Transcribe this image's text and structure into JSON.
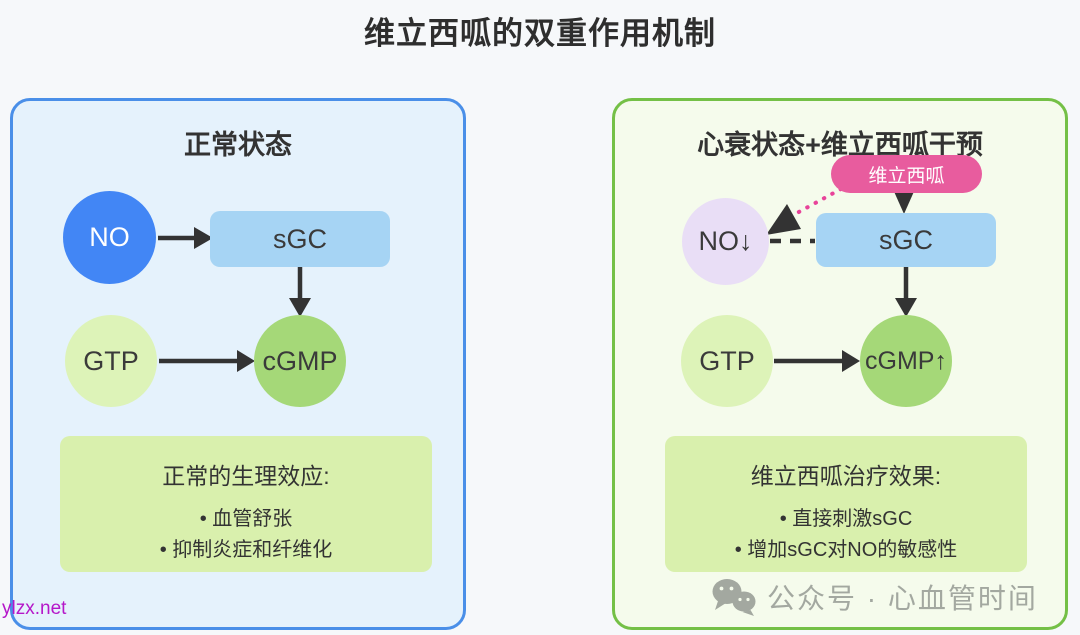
{
  "title": "维立西呱的双重作用机制",
  "left_panel": {
    "title": "正常状态",
    "nodes": {
      "no": "NO",
      "sgc": "sGC",
      "gtp": "GTP",
      "cgmp": "cGMP"
    },
    "effects": {
      "title": "正常的生理效应:",
      "items": [
        "• 血管舒张",
        "• 抑制炎症和纤维化"
      ]
    }
  },
  "right_panel": {
    "title": "心衰状态+维立西呱干预",
    "drug_label": "维立西呱",
    "nodes": {
      "no": "NO↓",
      "sgc": "sGC",
      "gtp": "GTP",
      "cgmp": "cGMP↑"
    },
    "effects": {
      "title": "维立西呱治疗效果:",
      "items": [
        "• 直接刺激sGC",
        "• 增加sGC对NO的敏感性"
      ]
    }
  },
  "watermark": {
    "icon": "wechat-icon",
    "text": "公众号 · 心血管时间"
  },
  "site_label": "ylzx.net",
  "colors": {
    "page_bg": "#f6f8fa",
    "left_panel_bg": "#e5f2fc",
    "left_panel_border": "#4a8fe8",
    "right_panel_bg": "#f5fbec",
    "right_panel_border": "#74c046",
    "no_node_blue": "#4286f5",
    "sgc_node_blue": "#a6d4f4",
    "gtp_node_green": "#ddf3b8",
    "cgmp_node_green": "#a5d878",
    "effects_box_green": "#d9f0ad",
    "drug_pill_pink": "#e85c9e",
    "no_down_lavender": "#e9def6",
    "arrow_black": "#333333",
    "dotted_arrow_pink": "#e8439a",
    "watermark_gray": "#a3a8a0",
    "site_link_magenta": "#b517c9"
  }
}
